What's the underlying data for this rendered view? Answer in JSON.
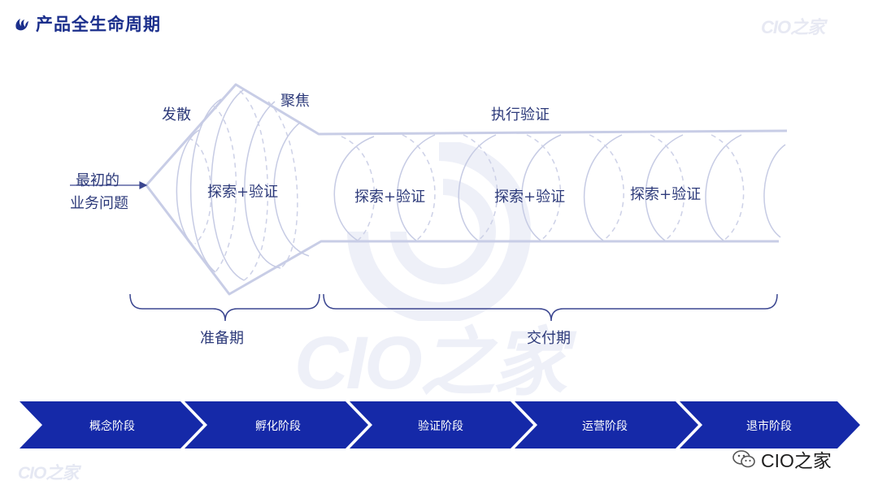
{
  "header": {
    "title": "产品全生命周期",
    "logo_icon": "blue-flame-icon",
    "brand_mark": "CIO之家"
  },
  "diagram": {
    "start_label_line1": "最初的",
    "start_label_line2": "业务问题",
    "diverge_label": "发散",
    "focus_label": "聚焦",
    "execute_label": "执行验证",
    "explore_labels": [
      "探索+验证",
      "探索+验证",
      "探索+验证",
      "探索+验证"
    ],
    "phases": [
      {
        "label": "准备期"
      },
      {
        "label": "交付期"
      }
    ],
    "watermark": "CIO之家",
    "line_color": "#c8cde6"
  },
  "stages": [
    {
      "label": "概念阶段"
    },
    {
      "label": "孵化阶段"
    },
    {
      "label": "验证阶段"
    },
    {
      "label": "运营阶段"
    },
    {
      "label": "退市阶段"
    }
  ],
  "stage_color": "#1529a8",
  "footer": {
    "brand_icon": "wechat-icon",
    "brand_text": "CIO之家",
    "corner_mark": "CIO之家"
  }
}
